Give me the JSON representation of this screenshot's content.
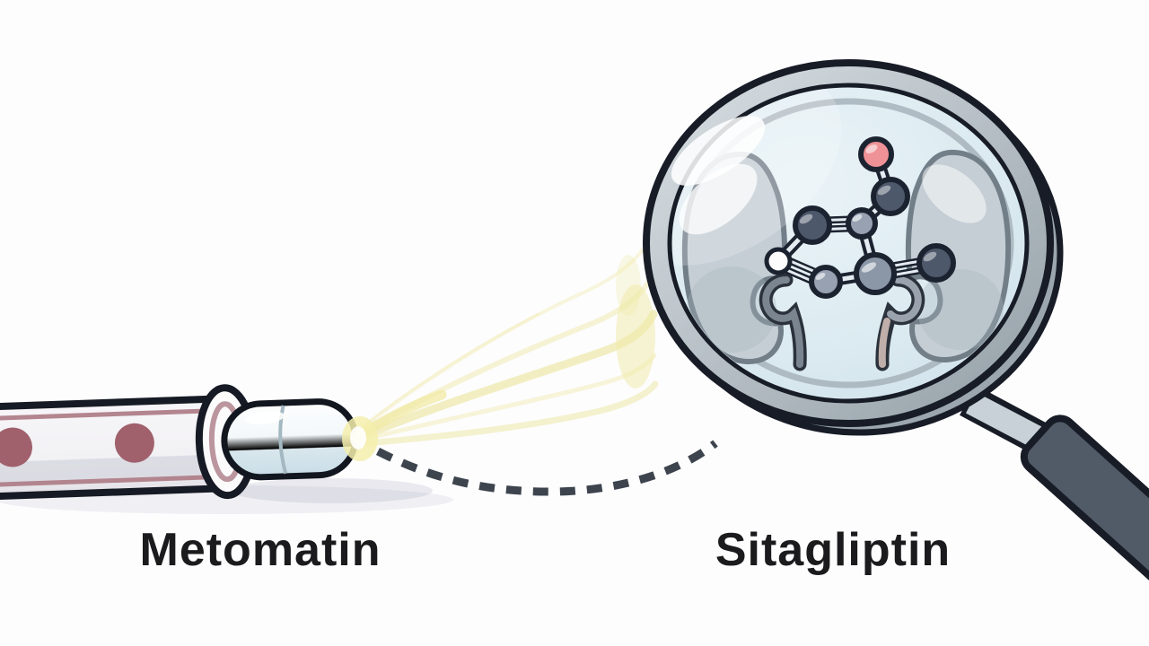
{
  "scene_title": "Metomatin and Sitagliptin cartoon illustration",
  "background_color": "#fdfdfe",
  "left_panel": {
    "label": "Metomatin",
    "object": "pill-dispenser-tube-with-capsule",
    "tube_body_color": "#f4f3f6",
    "tube_stripe_color": "#b0808a",
    "tube_dot_color": "#a0616c",
    "tube_dot_count": 2,
    "capsule_top_color": "#fbfdfe",
    "capsule_bottom_color": "#cfe0e8"
  },
  "connector": {
    "style": "dashed-arc",
    "color": "#3d444e"
  },
  "light_streaks": {
    "color": "#ece59a",
    "direction": "from-capsule-to-lens"
  },
  "right_panel": {
    "label": "Sitagliptin",
    "object": "magnifying-glass-over-kidneys-with-molecule",
    "rim_color": "#b6bfc5",
    "lens_color": "#dcebf1",
    "handle_color": "#515a67",
    "kidney_color": "#c4ced4",
    "kidney_count": 2,
    "molecule_atom_colors": {
      "dark_atoms": "#4d586b",
      "gray_atoms": "#97a1b1",
      "red_atom": "#ee9297",
      "white_atom": "#fdfdfe"
    }
  }
}
